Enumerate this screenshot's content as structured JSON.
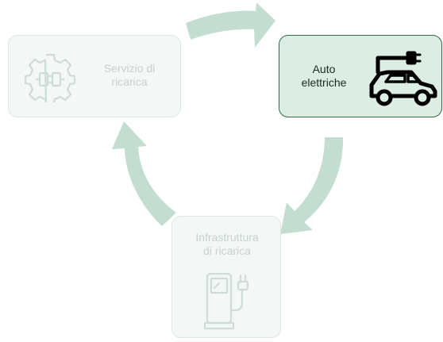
{
  "nodes": {
    "service": {
      "label_line1": "Servizio di",
      "label_line2": "ricarica",
      "icon": "gear-plug-icon",
      "state": "faded"
    },
    "cars": {
      "label_line1": "Auto",
      "label_line2": "elettriche",
      "icon": "electric-car-icon",
      "state": "active"
    },
    "infrastructure": {
      "label_line1": "Infrastruttura",
      "label_line2": "di ricarica",
      "icon": "charging-station-icon",
      "state": "faded"
    }
  },
  "colors": {
    "arrow": "#c4ddd1",
    "active_fill": "#dceee4",
    "active_border": "#2f6a46",
    "faded_fill": "#f3f7f5",
    "faded_text": "#c6d1cc"
  }
}
